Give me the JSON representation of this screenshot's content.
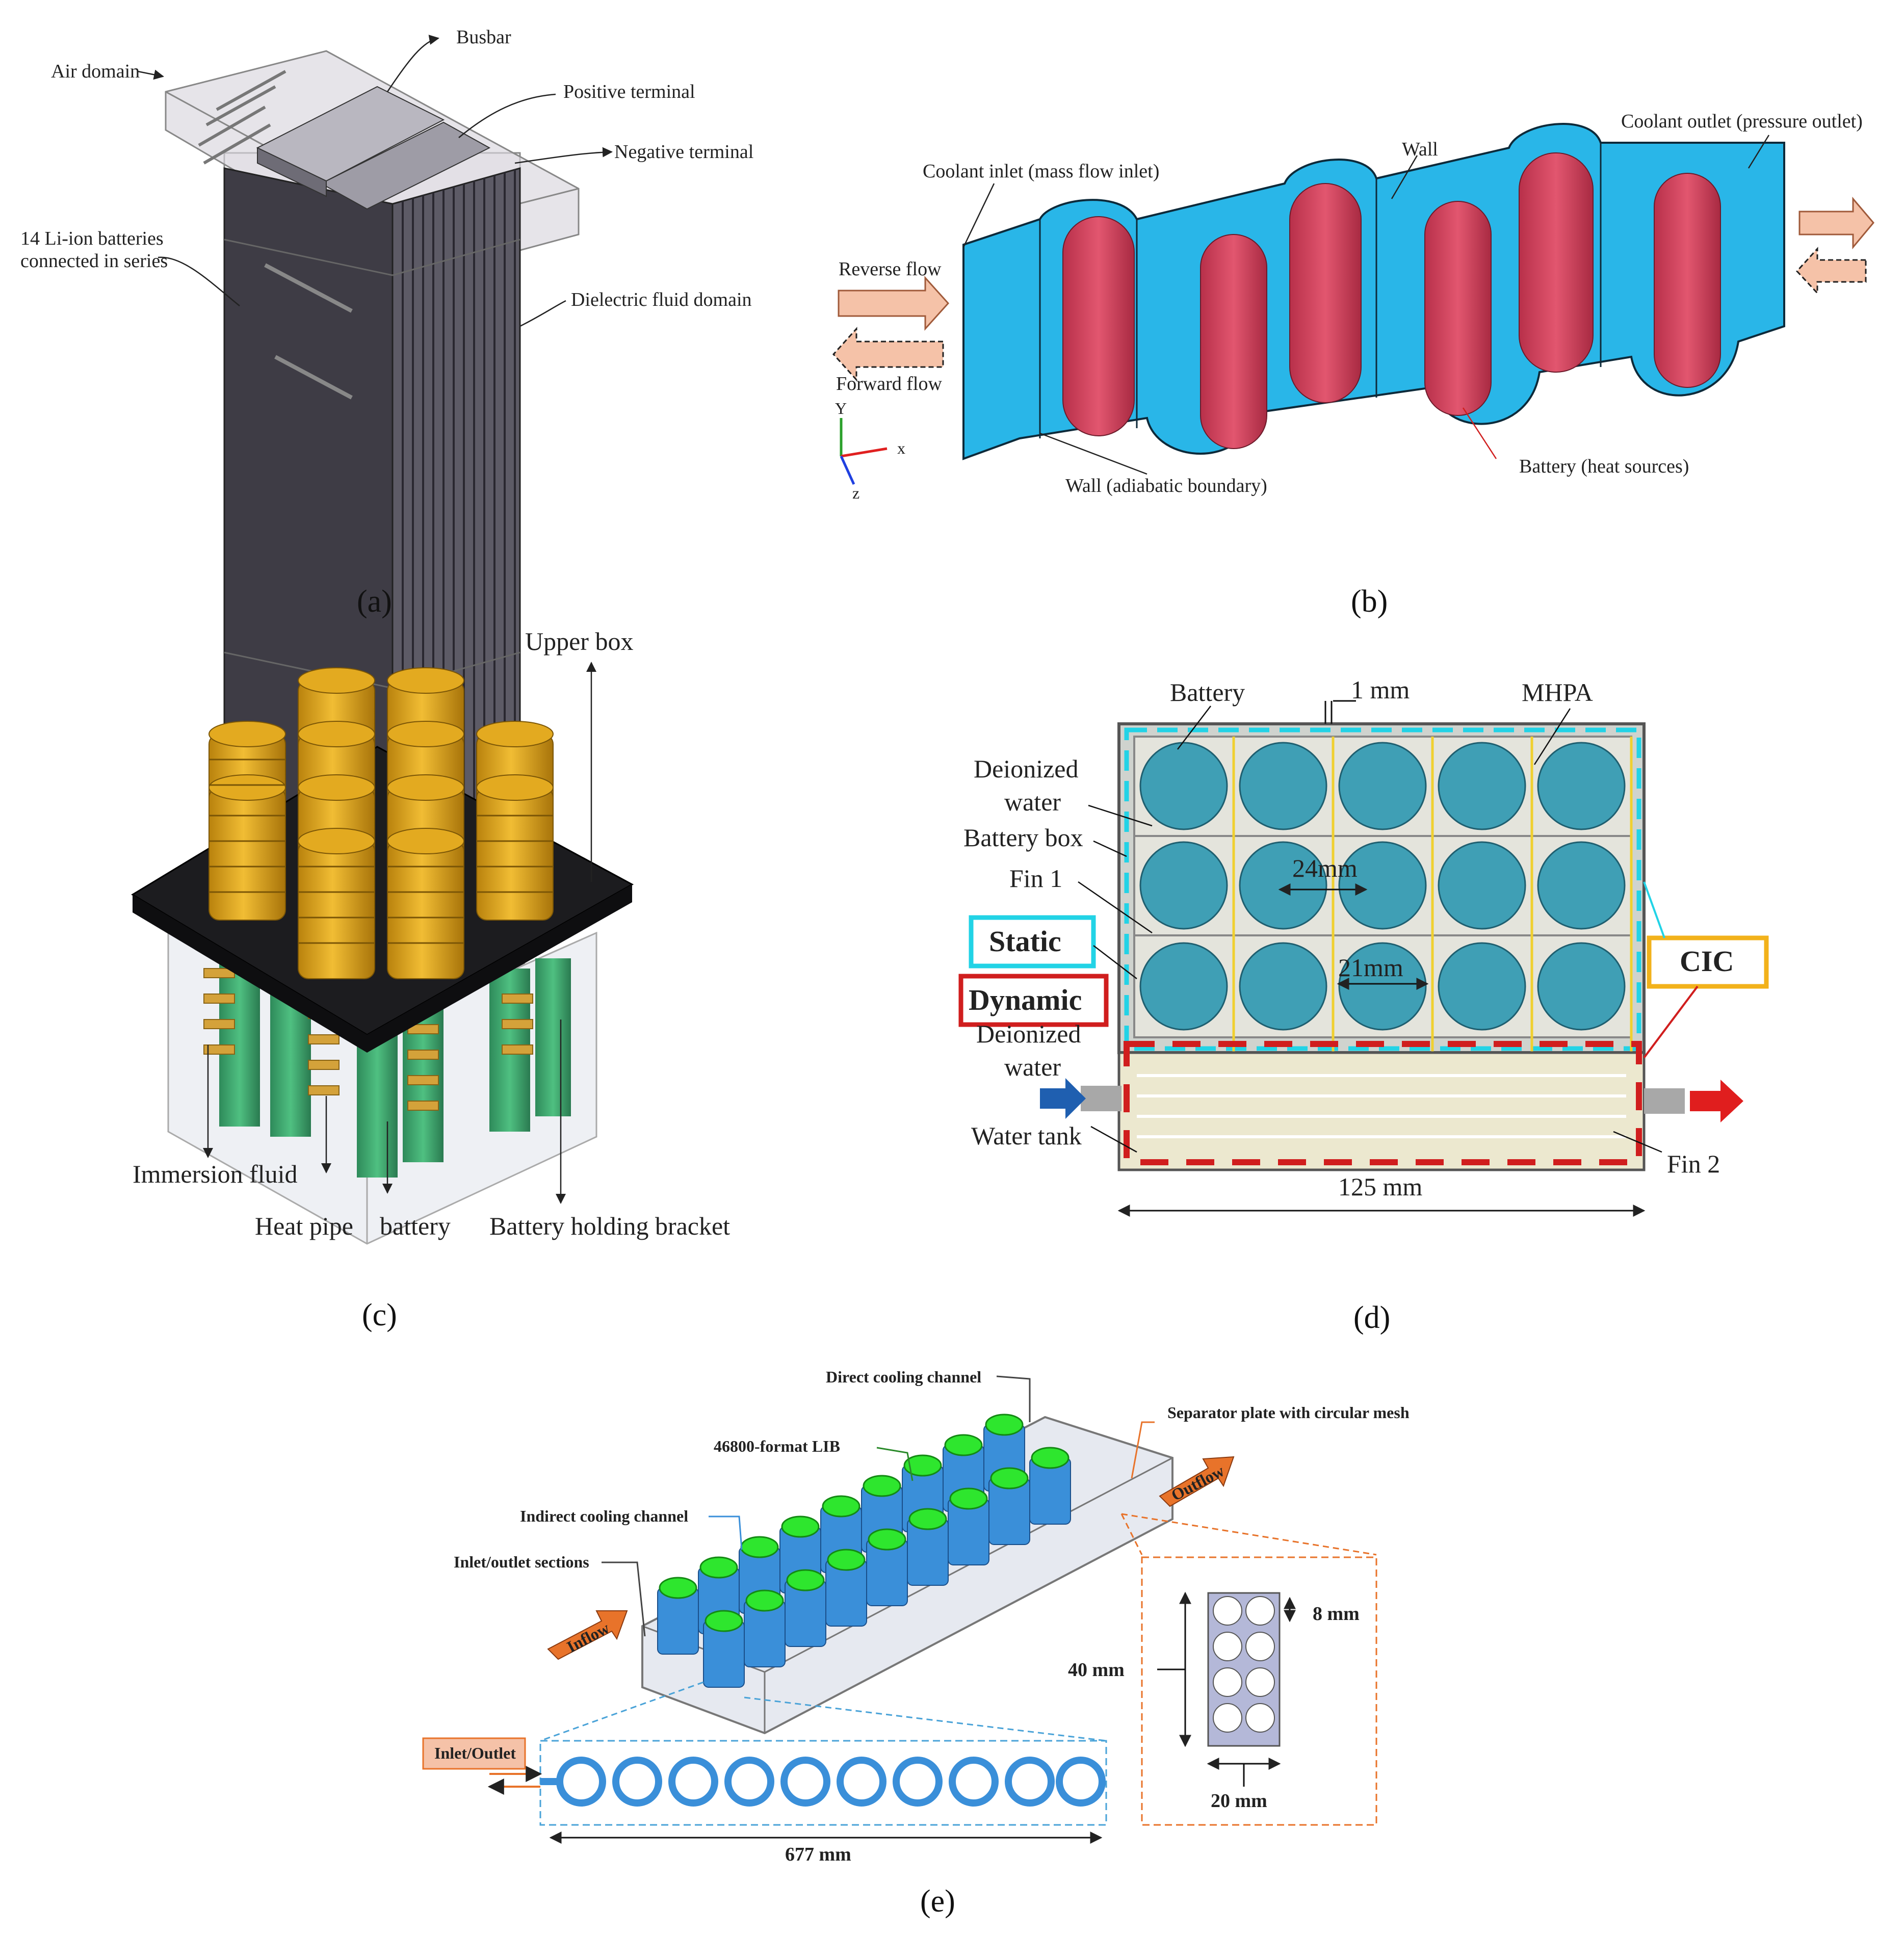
{
  "panels": {
    "a": {
      "caption": "(a)",
      "labels": {
        "air_domain": "Air domain",
        "busbar": "Busbar",
        "positive_terminal": "Positive terminal",
        "negative_terminal": "Negative terminal",
        "batteries_line1": "14 Li-ion batteries",
        "batteries_line2": "connected in series",
        "dielectric_fluid": "Dielectric fluid domain"
      }
    },
    "b": {
      "caption": "(b)",
      "labels": {
        "coolant_inlet": "Coolant inlet (mass flow inlet)",
        "wall": "Wall",
        "coolant_outlet": "Coolant outlet (pressure outlet)",
        "reverse_flow": "Reverse flow",
        "forward_flow": "Forward flow",
        "wall_adiabatic": "Wall (adiabatic boundary)",
        "battery_heat": "Battery (heat sources)",
        "axis_x": "x",
        "axis_y": "Y",
        "axis_z": "z"
      }
    },
    "c": {
      "caption": "(c)",
      "labels": {
        "upper_box": "Upper box",
        "immersion_fluid": "Immersion fluid",
        "heat_pipe": "Heat pipe",
        "battery": "battery",
        "bracket": "Battery holding bracket"
      }
    },
    "d": {
      "caption": "(d)",
      "labels": {
        "battery": "Battery",
        "one_mm": "1 mm",
        "mhpa": "MHPA",
        "deionized_1": "Deionized",
        "water_1": "water",
        "battery_box": "Battery box",
        "fin1": "Fin 1",
        "static": "Static",
        "dynamic": "Dynamic",
        "deionized_2": "Deionized",
        "water_2": "water",
        "water_tank": "Water tank",
        "dim_24": "24mm",
        "dim_21": "21mm",
        "cic": "CIC",
        "fin2": "Fin 2",
        "dim_125": "125 mm"
      }
    },
    "e": {
      "caption": "(e)",
      "labels": {
        "direct_channel": "Direct cooling channel",
        "separator": "Separator plate with circular mesh",
        "lib": "46800-format LIB",
        "indirect_channel": "Indirect cooling channel",
        "inlet_sections": "Inlet/outlet sections",
        "inflow": "Inflow",
        "outflow": "Outflow",
        "dim_8": "8 mm",
        "dim_40": "40 mm",
        "dim_20": "20 mm",
        "inlet_outlet": "Inlet/Outlet",
        "dim_677": "677 mm"
      }
    }
  },
  "colors": {
    "coolant_blue": "#29b6e8",
    "battery_red": "#d9435e",
    "gold": "#d9a21a",
    "teal_cell": "#3f9fb5",
    "static_cyan": "#22d3e6",
    "dynamic_red": "#d01e1e",
    "cic_yellow": "#f2b21b",
    "lib_green": "#2ee62e",
    "channel_blue": "#3a8fd9",
    "orange": "#e8732a"
  }
}
